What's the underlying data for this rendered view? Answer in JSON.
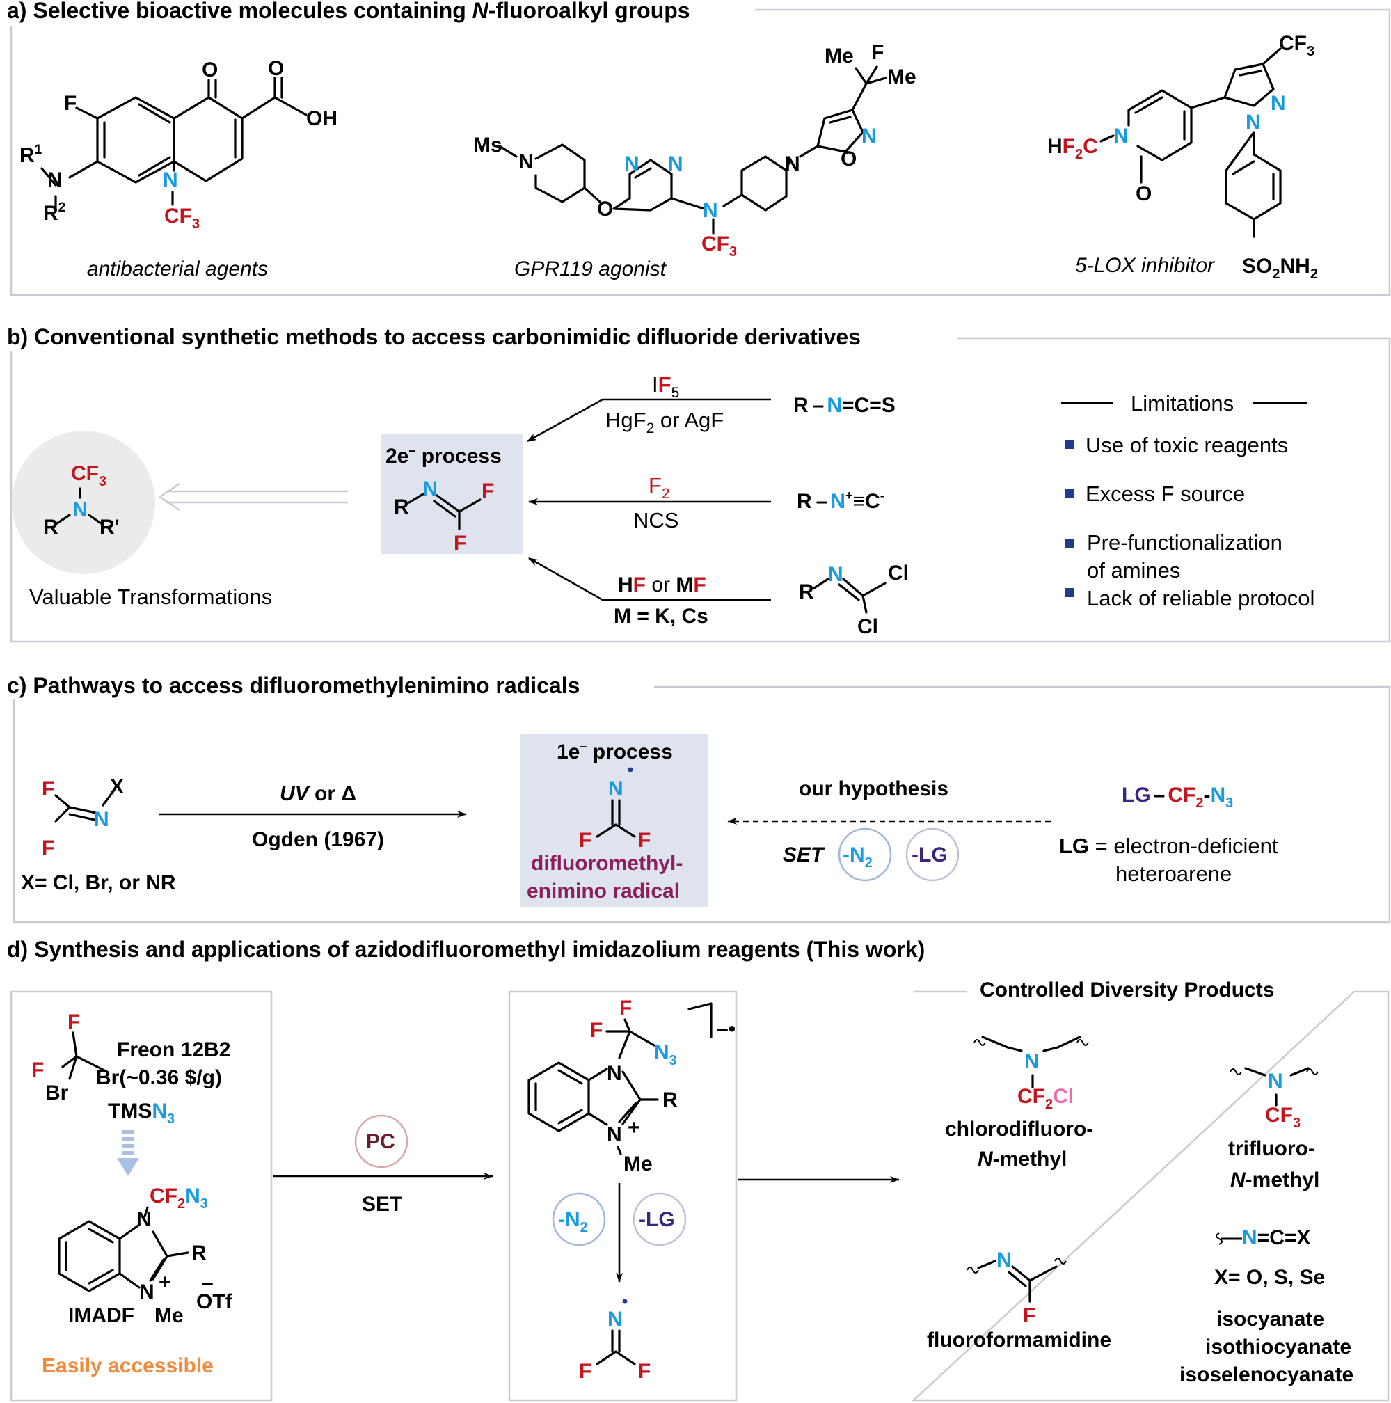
{
  "panels": {
    "a": {
      "title": "a) Selective bioactive molecules containing N-fluoroalkyl groups",
      "molecules": [
        "antibacterial agents",
        "GPR119 agonist",
        "5-LOX inhibitor"
      ]
    },
    "b": {
      "title": "b) Conventional synthetic methods to access carbonimidic difluoride derivatives",
      "product_label": "Valuable Transformations",
      "process_label": "2e⁻ process",
      "reactions": [
        {
          "reagent_top": "IF5",
          "reagent_bottom": "HgF2 or AgF",
          "substrate": "R–N=C=S"
        },
        {
          "reagent_top": "F2",
          "reagent_bottom": "NCS",
          "substrate": "R–N⁺≡C⁻"
        },
        {
          "reagent_top": "HF or MF",
          "reagent_bottom": "M = K, Cs",
          "substrate": "R–N=CCl2"
        }
      ],
      "limitations_title": "Limitations",
      "limitations": [
        "Use of toxic reagents",
        "Excess F source",
        "Pre-functionalization",
        "of amines",
        "Lack of reliable protocol"
      ]
    },
    "c": {
      "title": "c) Pathways to access difluoromethylenimino radicals",
      "left_note": "X= Cl, Br, or NR",
      "arrow_top": "UV or Δ",
      "arrow_bottom": "Ogden (1967)",
      "process_label": "1e⁻ process",
      "radical_name_1": "difluoromethyl-",
      "radical_name_2": "enimino radical",
      "hypothesis": "our hypothesis",
      "set_label": "SET",
      "circle_n2": "-N2",
      "circle_lg": "-LG",
      "reagent": "LG–CF2-N3",
      "lg_def_1": "LG = electron-deficient",
      "lg_def_2": "heteroarene"
    },
    "d": {
      "title": "d) Synthesis and applications of azidodifluoromethyl imidazolium reagents (This work)",
      "freon_name": "Freon 12B2",
      "freon_price": "Br(~0.36 $/g)",
      "tms": "TMSN3",
      "reagent_name": "IMADF",
      "counterion": "OTf",
      "accessible": "Easily accessible",
      "pc": "PC",
      "set": "SET",
      "products_title": "Controlled Diversity Products",
      "products": [
        "chlorodifluoro-",
        "N-methyl",
        "trifluoro-",
        "N-methyl",
        "fluoroformamidine",
        "X= O, S, Se",
        "isocyanate",
        "isothiocyanate",
        "isoselenocyanate"
      ]
    }
  },
  "colors": {
    "nitrogen": "#1a9be0",
    "fluorine": "#c4141c",
    "purple": "#3b2580",
    "maroon": "#8a1f5c",
    "orange": "#f28a3c",
    "shade": "#dfe3ee",
    "frame": "#c9cbd3"
  }
}
